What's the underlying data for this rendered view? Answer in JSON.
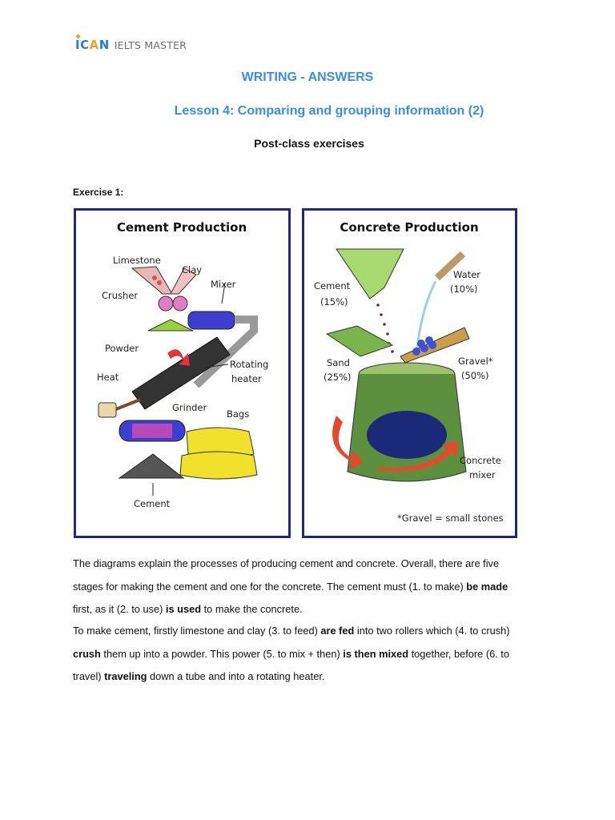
{
  "brand": {
    "mark_i": "I",
    "mark_c": "C",
    "mark_a": "A",
    "mark_n": "N",
    "name": "IELTS MASTER"
  },
  "header": {
    "title": "WRITING - ANSWERS",
    "lesson": "Lesson 4: Comparing and grouping information (2)",
    "subtitle": "Post-class exercises"
  },
  "exercise_label": "Exercise 1:",
  "diagram_left": {
    "title": "Cement Production",
    "labels": {
      "limestone": "Limestone",
      "clay": "Clay",
      "mixer": "Mixer",
      "crusher": "Crusher",
      "powder": "Powder",
      "rotating": "Rotating",
      "heater": "heater",
      "heat": "Heat",
      "grinder": "Grinder",
      "bags": "Bags",
      "cement": "Cement"
    }
  },
  "diagram_right": {
    "title": "Concrete Production",
    "labels": {
      "cement": "Cement",
      "cement_pct": "(15%)",
      "water": "Water",
      "water_pct": "(10%)",
      "sand": "Sand",
      "sand_pct": "(25%)",
      "gravel": "Gravel*",
      "gravel_pct": "(50%)",
      "concrete": "Concrete",
      "mixer": "mixer",
      "footnote": "*Gravel = small stones"
    }
  },
  "text": {
    "p1_a": "The diagrams explain the processes of producing cement and concrete. Overall, there are five stages for making the cement and one for the concrete. The cement must (1. to make) ",
    "p1_b1": "be made",
    "p1_c": " first, as it (2. to use) ",
    "p1_b2": "is used",
    "p1_d": " to make the concrete.",
    "p2_a": "To make cement, firstly limestone and clay (3. to feed) ",
    "p2_b1": "are fed",
    "p2_c": " into two rollers which (4. to crush) ",
    "p2_b2": "crush",
    "p2_d": " them up into a powder. This power (5. to mix + then)  ",
    "p2_b3": "is then mixed",
    "p2_e": " together, before (6. to travel) ",
    "p2_b4": "traveling",
    "p2_f": " down a tube and into a rotating heater."
  },
  "colors": {
    "accent_blue": "#3b8de0",
    "frame_navy": "#23297a",
    "logo_orange": "#f3a11c"
  }
}
